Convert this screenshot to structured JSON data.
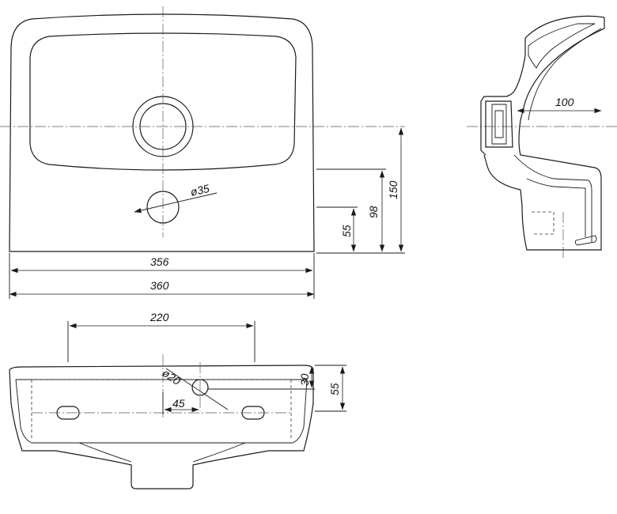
{
  "views": {
    "top": {
      "tap_hole_label": "ø35",
      "dim_356": "356",
      "dim_360": "360",
      "dim_150": "150",
      "dim_98": "98",
      "dim_55": "55"
    },
    "side": {
      "dim_100": "100"
    },
    "front": {
      "dim_220": "220",
      "dim_45": "45",
      "dim_30": "30",
      "dim_55": "55",
      "drain_label": "ø20"
    }
  }
}
